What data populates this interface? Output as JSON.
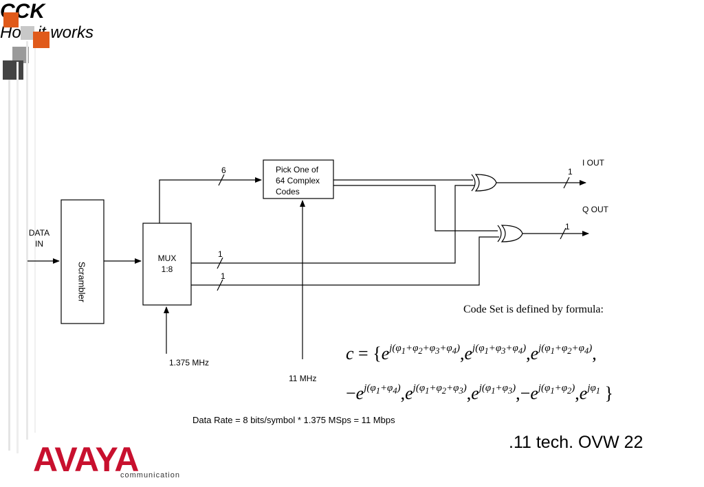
{
  "slide": {
    "title": "CCK",
    "subtitle": "How it works",
    "slide_number": ".11 tech. OVW 22"
  },
  "diagram": {
    "input_label": "DATA\nIN",
    "scrambler_label": "Scrambler",
    "mux_label": "MUX\n1:8",
    "code_box_label": "Pick One of\n64 Complex\nCodes",
    "bus_width_code": "6",
    "bus_width_1": "1",
    "bus_width_2": "1",
    "bus_width_iout": "1",
    "bus_width_qout": "1",
    "i_out_label": "I OUT",
    "q_out_label": "Q OUT",
    "clock_mux": "1.375 MHz",
    "clock_code": "11 MHz"
  },
  "formula": {
    "label": "Code Set is defined by formula:"
  },
  "data_rate": "Data Rate = 8 bits/symbol * 1.375 MSps = 11 Mbps",
  "logo": {
    "brand": "AVAYA",
    "tagline": "communication"
  },
  "colors": {
    "accent_orange": "#e05a1a",
    "accent_gray": "#9a9a9a",
    "accent_dark": "#444444",
    "brand_red": "#c8102e"
  }
}
